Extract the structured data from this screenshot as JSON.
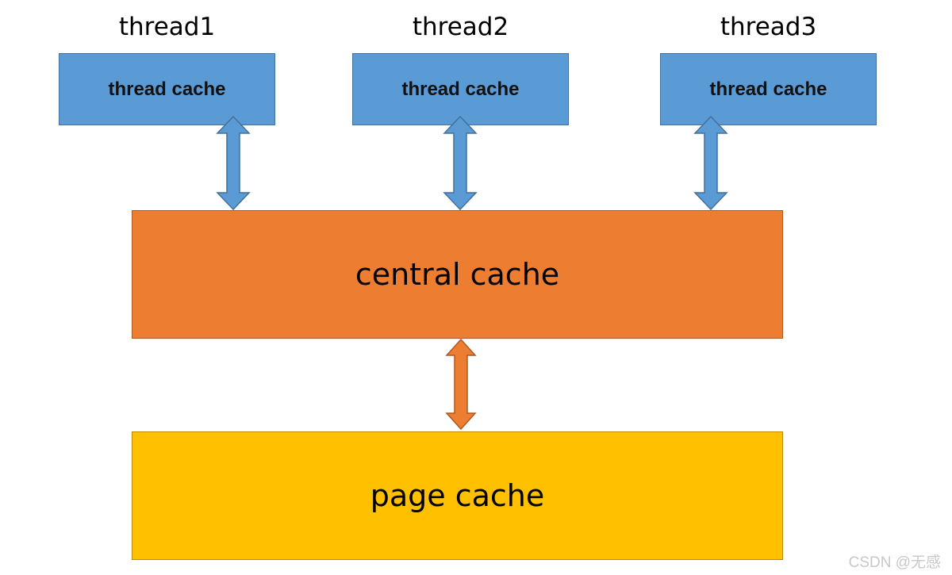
{
  "threads": [
    {
      "label": "thread1",
      "cache_label": "thread cache"
    },
    {
      "label": "thread2",
      "cache_label": "thread cache"
    },
    {
      "label": "thread3",
      "cache_label": "thread cache"
    }
  ],
  "central_cache": {
    "label": "central cache"
  },
  "page_cache": {
    "label": "page cache"
  },
  "watermark": "CSDN @无感",
  "colors": {
    "thread_cache_fill": "#5b9bd5",
    "central_cache_fill": "#ed7d31",
    "page_cache_fill": "#ffc000"
  }
}
